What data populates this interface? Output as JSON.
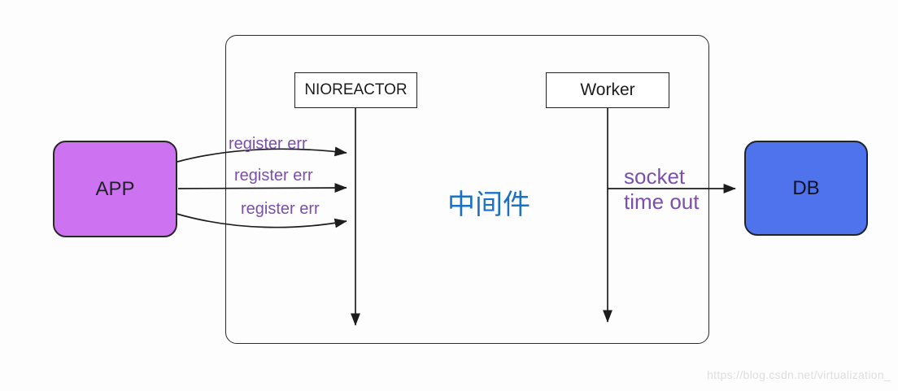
{
  "diagram": {
    "app_label": "APP",
    "db_label": "DB",
    "middleware_label": "中间件",
    "nioreactor_label": "NIOREACTOR",
    "worker_label": "Worker",
    "register_err_labels": [
      "register err",
      "register err",
      "register err"
    ],
    "socket_timeout_label": {
      "line1": "socket",
      "line2": "time out"
    },
    "watermark": "https://blog.csdn.net/virtualization_",
    "colors": {
      "app_fill": "#cd73f1",
      "db_fill": "#4e73ec",
      "middleware_text": "#1b72c5",
      "edge_label_text": "#7a50ac",
      "line": "#1d1d1d",
      "box_border": "#222222",
      "watermark_text": "#dedede",
      "background": "#fdfdfd"
    }
  }
}
